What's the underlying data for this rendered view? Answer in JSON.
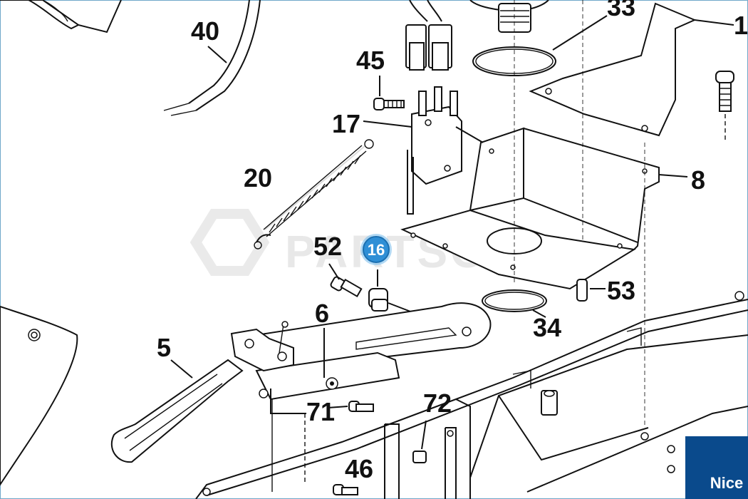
{
  "diagram": {
    "part_numbers": [
      "1",
      "5",
      "6",
      "8",
      "17",
      "20",
      "33",
      "34",
      "40",
      "45",
      "46",
      "52",
      "53",
      "71",
      "72"
    ],
    "highlight_badge": "16",
    "watermark": "PARTSCOM",
    "brand": "Nice"
  },
  "colors": {
    "line": "#111111",
    "badge": "#2f8fd6",
    "brand_bg": "#0a4a8c",
    "frame": "#6fa7c9"
  }
}
